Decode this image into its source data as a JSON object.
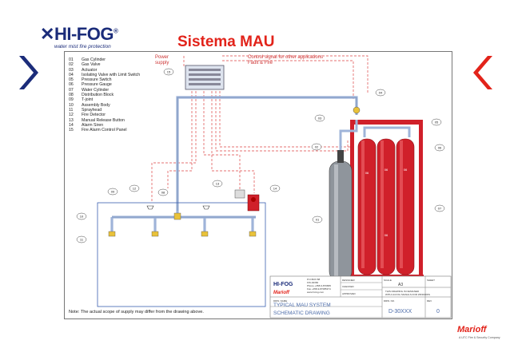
{
  "logo": {
    "name": "HI-FOG",
    "registered": "®",
    "tagline": "water mist fire protection"
  },
  "title": "Sistema MAU",
  "legend": [
    {
      "num": "01",
      "label": "Gas Cylinder"
    },
    {
      "num": "02",
      "label": "Gas Valve"
    },
    {
      "num": "03",
      "label": "Actuator"
    },
    {
      "num": "04",
      "label": "Isolating Valve with Limit Switch"
    },
    {
      "num": "05",
      "label": "Pressure Switch"
    },
    {
      "num": "06",
      "label": "Pressure Gauge"
    },
    {
      "num": "07",
      "label": "Water Cylinder"
    },
    {
      "num": "08",
      "label": "Distribution Block"
    },
    {
      "num": "09",
      "label": "T-joint"
    },
    {
      "num": "10",
      "label": "Assembly Body"
    },
    {
      "num": "11",
      "label": "Sprayhead"
    },
    {
      "num": "12",
      "label": "Fire Detector"
    },
    {
      "num": "13",
      "label": "Manual Release Button"
    },
    {
      "num": "14",
      "label": "Alarm Siren"
    },
    {
      "num": "15",
      "label": "Fire Alarm Control Panel"
    }
  ],
  "annotations": {
    "power_supply_line1": "Power",
    "power_supply_line2": "supply",
    "control_signal": "Control signal for other applications",
    "fault_fire": "Fault & Fire"
  },
  "callouts": [
    "01",
    "02",
    "03",
    "04",
    "05",
    "06",
    "07",
    "08",
    "09",
    "10",
    "11",
    "12",
    "13",
    "14",
    "15"
  ],
  "cylinder_marks": "06",
  "title_block": {
    "brand": "HI-FOG",
    "address_lines": [
      "P.O.BOX 88",
      "FIN-02360",
      "Phone +358-9-870805",
      "Fax +358-9-87085374",
      "www.hi-fog.com"
    ],
    "designer_label": "DESIGNER",
    "checked_label": "CHECKED",
    "approved_label": "APPROVED",
    "scale_label": "SCALE",
    "sheet_label": "SHEET",
    "size": "A3",
    "notice_lines": [
      "THIS DRAWING IS DESIGNED",
      "WITH HI-FOG SIGNALS FOR WINDOWS"
    ],
    "drw_name_label": "DRW. NAME",
    "drw_name_lines": [
      "TYPICAL MAU SYSTEM",
      "SCHEMATIC DRAWING"
    ],
    "drw_no_label": "DRW. NO.",
    "drw_no": "D-30XXX",
    "rev_label": "REV",
    "rev": "0",
    "marioff": "Marioff"
  },
  "note": "Note: The actual scope of supply may differ from the drawing above.",
  "footer": {
    "brand": "Marioff",
    "sub": "A UTC Fire & Security Company"
  },
  "colors": {
    "brand_blue": "#1b2c7a",
    "accent_red": "#e2231a",
    "pipe_blue": "#9fb4d9",
    "cylinder_red": "#d0202a"
  }
}
